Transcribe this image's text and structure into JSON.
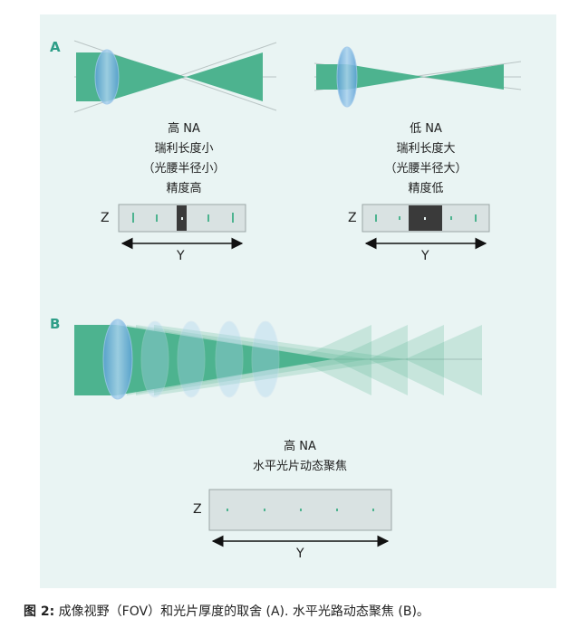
{
  "panel_a": {
    "label": "A",
    "left": {
      "lines": [
        "高 NA",
        "瑞利长度小",
        "（光腰半径小）",
        "精度高"
      ],
      "z_label": "Z",
      "y_label": "Y"
    },
    "right": {
      "lines": [
        "低 NA",
        "瑞利长度大",
        "（光腰半径大）",
        "精度低"
      ],
      "z_label": "Z",
      "y_label": "Y"
    }
  },
  "panel_b": {
    "label": "B",
    "lines": [
      "高 NA",
      "水平光片动态聚焦"
    ],
    "z_label": "Z",
    "y_label": "Y"
  },
  "caption": {
    "prefix": "图 2:",
    "text": " 成像视野（FOV）和光片厚度的取舍 (A). 水平光路动态聚焦 (B)。"
  },
  "colors": {
    "beam": "#4db38f",
    "lens": "#7ab6e0",
    "panel_bg": "#e9f4f3",
    "label": "#2e9e88",
    "sheet_dark": "#3a3a3a"
  }
}
